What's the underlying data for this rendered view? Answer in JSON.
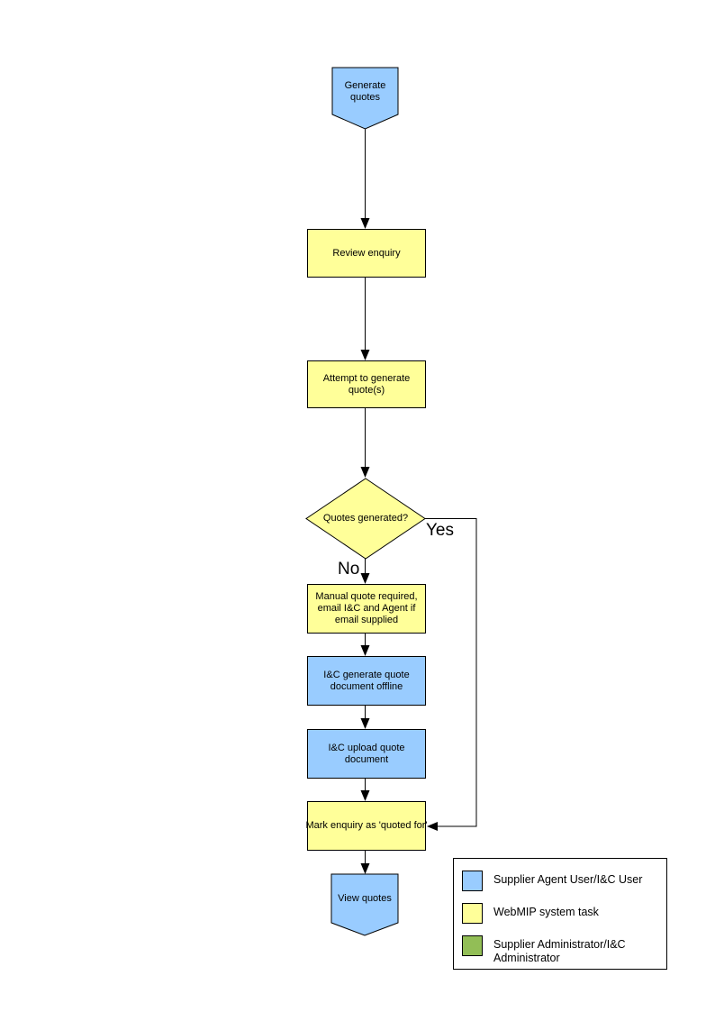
{
  "colors": {
    "actor_blue": "#99CCFF",
    "system_yellow": "#FFFF99",
    "admin_green": "#92BE56",
    "outline": "#000000"
  },
  "nodes": {
    "start": {
      "label": "Generate quotes"
    },
    "review": {
      "label": "Review enquiry"
    },
    "attempt": {
      "label": "Attempt to generate quote(s)"
    },
    "decision": {
      "label": "Quotes generated?"
    },
    "manual": {
      "label": "Manual quote required, email I&C and Agent if email supplied"
    },
    "generate_offline": {
      "label": "I&C generate quote document offline"
    },
    "upload": {
      "label": "I&C upload quote document"
    },
    "mark": {
      "label": "Mark enquiry as 'quoted for'"
    },
    "end": {
      "label": "View quotes"
    }
  },
  "branch_labels": {
    "yes": "Yes",
    "no": "No"
  },
  "legend": {
    "items": [
      {
        "label": "Supplier Agent User/I&C User",
        "color": "#99CCFF"
      },
      {
        "label": "WebMIP system task",
        "color": "#FFFF99"
      },
      {
        "label": "Supplier Administrator/I&C Administrator",
        "color": "#92BE56"
      }
    ]
  }
}
